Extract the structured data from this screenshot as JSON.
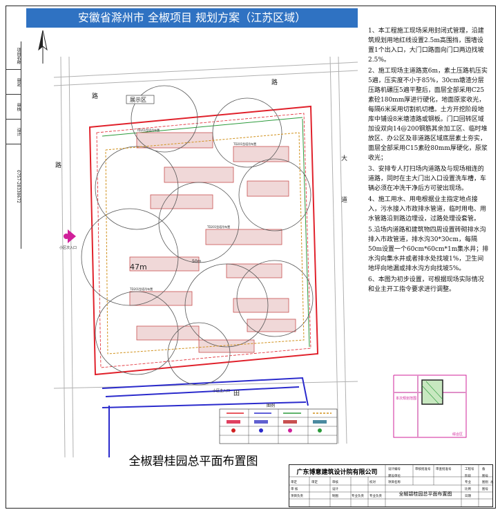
{
  "banner": {
    "title": "安徽省滁州市  全椒项目  规划方案（江苏区域）"
  },
  "left_strip": [
    "项目名称",
    "审定",
    "审核",
    "设计",
    "0757-28338672"
  ],
  "north_icon": "north-arrow-icon",
  "plan": {
    "road_top": "路",
    "road_left": "路",
    "road_right": "大",
    "road_bottom": "田",
    "road_right_2": "道",
    "showroom": "展示区",
    "distance": "47m",
    "distance_2": "50m",
    "entrance_main": "小区主入口",
    "entrance_secondary": "小区次入口",
    "building_label": "TD201型塔吊布置",
    "legend_title": "图例",
    "colors": {
      "boundary": "#e0202a",
      "road": "#2a2acc",
      "crane": "#555555",
      "building": "#c85050",
      "greenery": "#2a9a3a",
      "marker": "#d0209a"
    }
  },
  "notes": [
    "1、本工程施工现场采用封闭式管理，沿建筑规划用地红线设置2.5m高围挡，围墙设置1个出入口，大门口路面向门口两边找坡2.5%。",
    "2、施工现场主道路宽6m，素土压路机压实5遍，压实度不小于85%，30cm塘渣分层压路机碾压5遍平整后，面层全部采用C25素砼180mm厚进行硬化，地面原浆收光，每隔6米采用切割机切槽。土方开挖阶段地库中铺设8米塘渣路或钢板。门口回转区域加设双向14@200钢筋其余加工区、临时堆放区、办公区及非道路区域底层素土夯实，面层全部采用C15素砼80mm厚硬化，原浆收光；",
    "3、安排专人打扫场内道路及与现场相连的道路，同时在主大门出入口设置洗车槽，车辆必须在冲洗干净后方可驶出现场。",
    "4、施工用水、用电根据业主指定地点接入，污水接入市政排水管道，临时用电、用水管路沿到路边埋设，过路处理设套管。",
    "5.沿场内道路和建筑物四周设置砖砌排水沟排入市政管道，排水沟30*30cm，每隔50m设置一个60cm*60cm*1m集水井；排水沟向集水井或者排水处找坡1%，卫生间地坪向地漏或排水沟方向找坡5%。",
    "6、本图为初步设置，可根据现场实际情况和业主开工指令要求进行调整。"
  ],
  "inset": {
    "label": "本次规划范围",
    "label_2": "综合区"
  },
  "main_title": "全椒碧桂园总平面布置图",
  "title_block": {
    "firm": "广东博意建筑设计院有限公司",
    "row1": [
      "设计编号",
      "审核批准号",
      "审查批准号",
      "工程号",
      "备"
    ],
    "row2": [
      "建设单位",
      "",
      "",
      "",
      "阶段",
      "图号"
    ],
    "row3": [
      "审定",
      "审定",
      "审核",
      "",
      "校对",
      "项目名称",
      "",
      "专业",
      "图别",
      "总"
    ],
    "row4": [
      "审 核",
      "",
      "设计",
      "",
      "",
      "",
      "",
      "",
      "比例",
      "图号"
    ],
    "row5": [
      "项目负责",
      "",
      "制图",
      "",
      "专业负责",
      "专业负责",
      "",
      "",
      "日期"
    ],
    "sheet_title": "全椒碧桂园总平面布置图"
  }
}
